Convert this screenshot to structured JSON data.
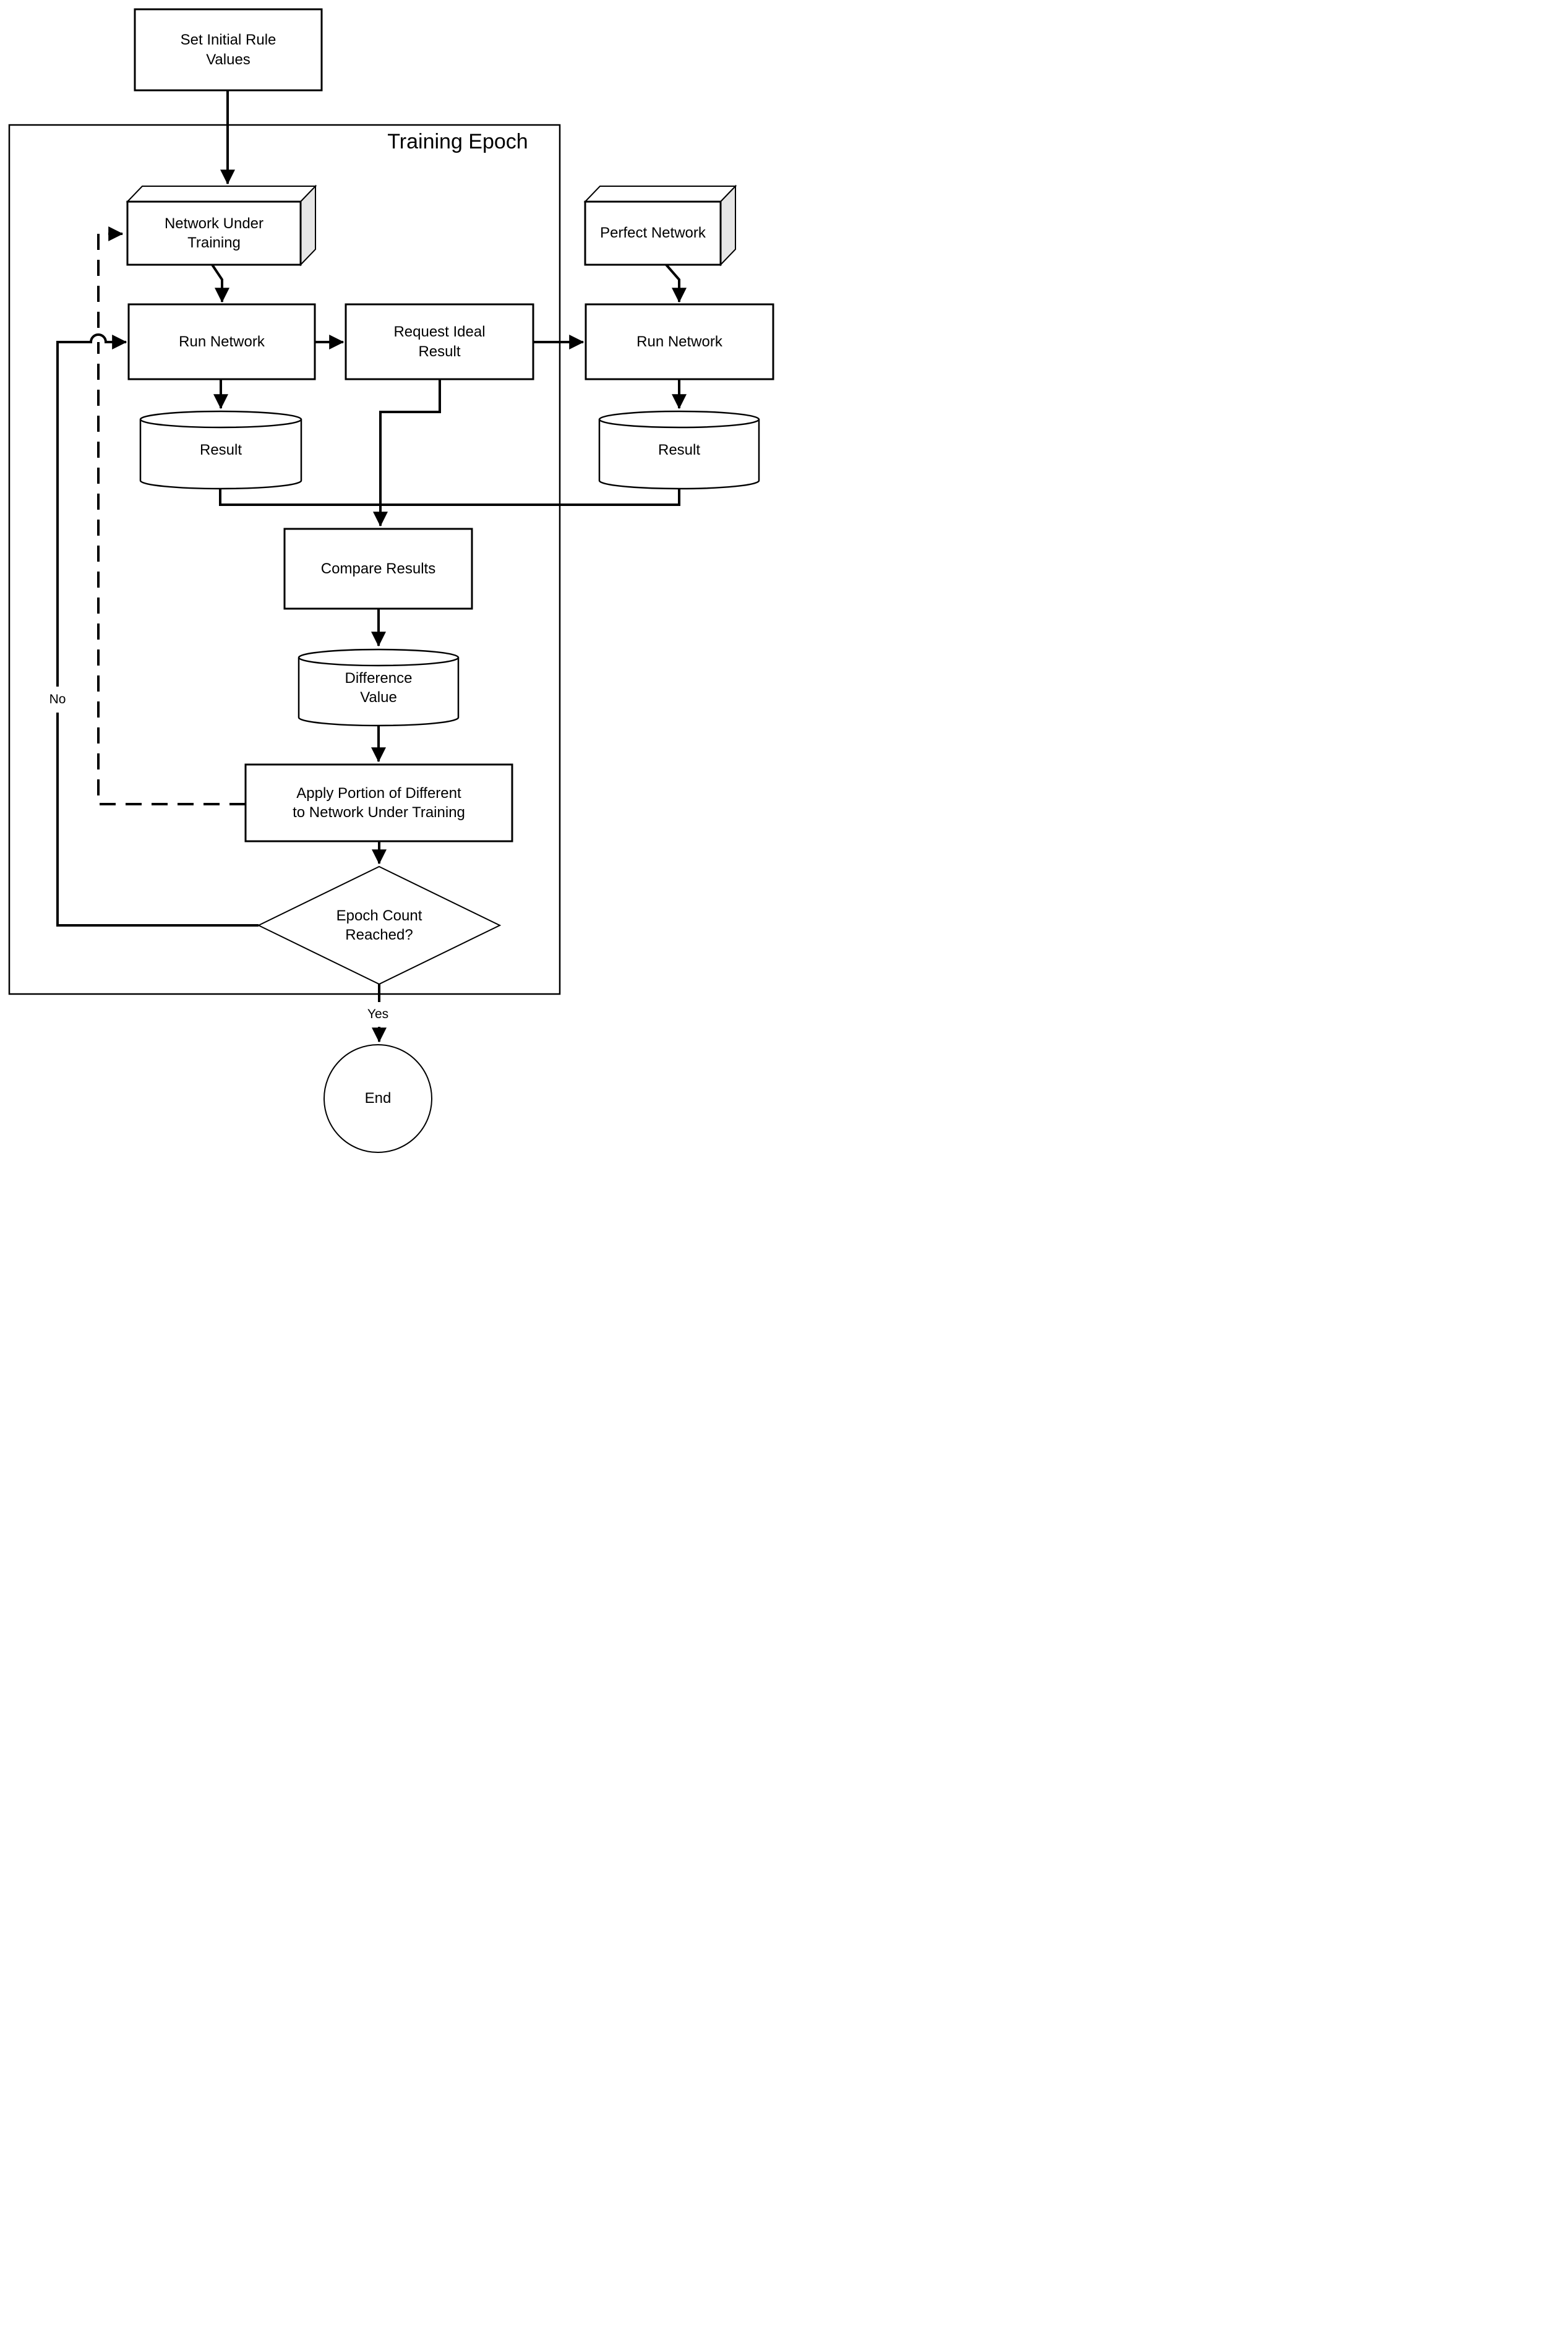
{
  "page": {
    "background": "#ffffff",
    "line_color": "#000000",
    "side_face_color": "#e6e6e6"
  },
  "container": {
    "label": "Training Epoch"
  },
  "nodes": {
    "start": {
      "label": "Set Initial Rule\nValues",
      "shape": "rectangle"
    },
    "network_under_training": {
      "label": "Network Under\nTraining",
      "shape": "box-3d"
    },
    "perfect_network": {
      "label": "Perfect Network",
      "shape": "box-3d"
    },
    "run_network_left": {
      "label": "Run Network",
      "shape": "rectangle"
    },
    "request_ideal_result": {
      "label": "Request Ideal\nResult",
      "shape": "rectangle"
    },
    "run_network_right": {
      "label": "Run Network",
      "shape": "rectangle"
    },
    "result_left": {
      "label": "Result",
      "shape": "cylinder"
    },
    "result_right": {
      "label": "Result",
      "shape": "cylinder"
    },
    "compare_results": {
      "label": "Compare Results",
      "shape": "rectangle"
    },
    "difference_value": {
      "label": "Difference\nValue",
      "shape": "cylinder"
    },
    "apply_portion": {
      "label": "Apply Portion of Different\nto Network Under Training",
      "shape": "rectangle"
    },
    "epoch_count_reached": {
      "label": "Epoch Count\nReached?",
      "shape": "diamond"
    },
    "end": {
      "label": "End",
      "shape": "circle"
    }
  },
  "edge_labels": {
    "no": "No",
    "yes": "Yes"
  },
  "edges": [
    {
      "from": "start",
      "to": "network_under_training",
      "style": "solid"
    },
    {
      "from": "network_under_training",
      "to": "run_network_left",
      "style": "solid"
    },
    {
      "from": "run_network_left",
      "to": "request_ideal_result",
      "style": "solid"
    },
    {
      "from": "request_ideal_result",
      "to": "run_network_right",
      "style": "solid"
    },
    {
      "from": "perfect_network",
      "to": "run_network_right",
      "style": "solid"
    },
    {
      "from": "run_network_left",
      "to": "result_left",
      "style": "solid"
    },
    {
      "from": "run_network_right",
      "to": "result_right",
      "style": "solid"
    },
    {
      "from": "result_left",
      "to": "compare_results",
      "style": "solid"
    },
    {
      "from": "result_right",
      "to": "compare_results",
      "style": "solid"
    },
    {
      "from": "request_ideal_result",
      "to": "compare_results",
      "style": "solid"
    },
    {
      "from": "compare_results",
      "to": "difference_value",
      "style": "solid"
    },
    {
      "from": "difference_value",
      "to": "apply_portion",
      "style": "solid"
    },
    {
      "from": "apply_portion",
      "to": "epoch_count_reached",
      "style": "solid"
    },
    {
      "from": "epoch_count_reached",
      "to": "run_network_left",
      "style": "solid",
      "label": "No"
    },
    {
      "from": "epoch_count_reached",
      "to": "end",
      "style": "solid",
      "label": "Yes"
    },
    {
      "from": "apply_portion",
      "to": "network_under_training",
      "style": "dashed"
    }
  ]
}
